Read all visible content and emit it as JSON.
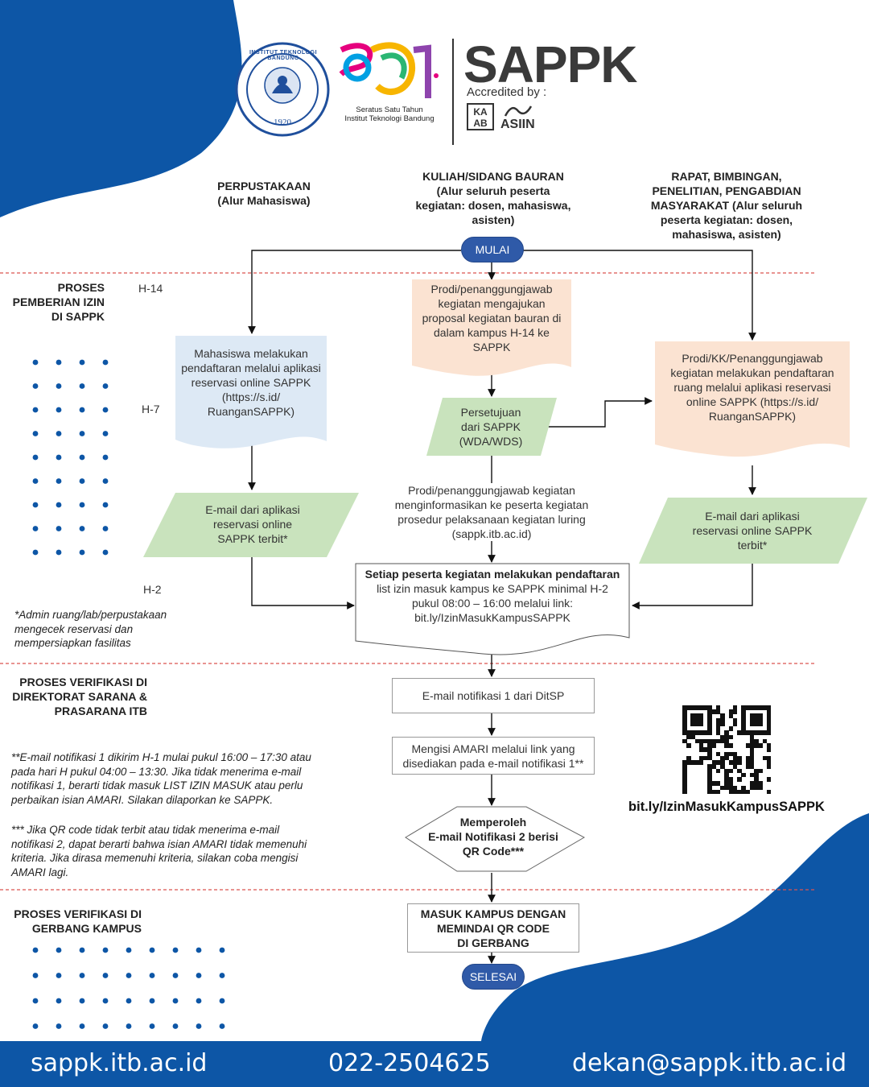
{
  "header": {
    "logo_itb_text": "INSTITUT TEKNOLOGI BANDUNG",
    "logo_itb_year": "1920",
    "logo_101_line1": "Seratus Satu Tahun",
    "logo_101_line2": "Institut Teknologi Bandung",
    "brand": "SAPPK",
    "accredited": "Accredited by :",
    "kaab": [
      "KA",
      "AB"
    ],
    "asiin": "ASIIN"
  },
  "columns": {
    "left": [
      "PERPUSTAKAAN",
      "(Alur Mahasiswa)"
    ],
    "middle": [
      "KULIAH/SIDANG BAURAN",
      "(Alur seluruh peserta",
      "kegiatan: dosen, mahasiswa,",
      "asisten)"
    ],
    "right": [
      "RAPAT, BIMBINGAN,",
      "PENELITIAN, PENGABDIAN",
      "MASYARAKAT (Alur seluruh",
      "peserta kegiatan: dosen,",
      "mahasiswa, asisten)"
    ]
  },
  "sections": {
    "s1": [
      "PROSES",
      "PEMBERIAN IZIN",
      "DI SAPPK"
    ],
    "s2": [
      "PROSES VERIFIKASI  DI",
      "DIREKTORAT SARANA &",
      "PRASARANA ITB"
    ],
    "s3": [
      "PROSES VERIFIKASI  DI",
      "GERBANG KAMPUS"
    ]
  },
  "days": {
    "h14": "H-14",
    "h7": "H-7",
    "h2": "H-2"
  },
  "nodes": {
    "start": "MULAI",
    "end": "SELESAI",
    "left_doc": [
      "Mahasiswa melakukan",
      "pendaftaran melalui aplikasi",
      "reservasi online SAPPK",
      "(https://s.id/",
      "RuanganSAPPK)"
    ],
    "left_email": [
      "E-mail dari aplikasi",
      "reservasi online",
      "SAPPK terbit*"
    ],
    "mid_doc": [
      "Prodi/penanggungjawab",
      "kegiatan mengajukan",
      "proposal kegiatan bauran di",
      "dalam kampus H-14 ke",
      "SAPPK"
    ],
    "mid_approval": [
      "Persetujuan",
      "dari SAPPK",
      "(WDA/WDS)"
    ],
    "mid_inform": [
      "Prodi/penanggungjawab kegiatan",
      "menginformasikan ke peserta kegiatan",
      "prosedur pelaksanaan kegiatan luring",
      "(sappk.itb.ac.id)"
    ],
    "right_doc": [
      "Prodi/KK/Penanggungjawab",
      "kegiatan melakukan pendaftaran",
      "ruang melalui aplikasi reservasi",
      "online SAPPK (https://s.id/",
      "RuanganSAPPK)"
    ],
    "right_email": [
      "E-mail dari aplikasi",
      "reservasi online SAPPK",
      "terbit*"
    ],
    "register_title": "Setiap peserta kegiatan melakukan pendaftaran",
    "register_body": [
      "list izin masuk kampus ke SAPPK minimal H-2",
      "pukul 08:00 – 16:00 melalui link:",
      "bit.ly/IzinMasukKampusSAPPK"
    ],
    "notif1": "E-mail notifikasi 1 dari DitSP",
    "amari": [
      "Mengisi AMARI melalui link yang",
      "disediakan pada e-mail notifikasi 1**"
    ],
    "notif2": [
      "Memperoleh",
      "E-mail Notifikasi 2 berisi",
      "QR Code***"
    ],
    "gate": [
      "MASUK KAMPUS DENGAN",
      "MEMINDAI QR CODE",
      "DI GERBANG"
    ]
  },
  "notes": {
    "admin": [
      "*Admin ruang/lab/perpustakaan",
      "mengecek reservasi dan",
      "mempersiapkan fasilitas"
    ],
    "n2": [
      "**E-mail notifikasi 1 dikirim H-1 mulai pukul 16:00 – 17:30 atau",
      "pada hari H pukul 04:00 – 13:30. Jika tidak menerima e-mail",
      "notifikasi 1, berarti tidak masuk LIST IZIN MASUK atau perlu",
      "perbaikan isian AMARI. Silakan dilaporkan ke SAPPK."
    ],
    "n3": [
      "*** Jika QR code tidak terbit atau tidak menerima e-mail",
      "notifikasi 2, dapat berarti bahwa isian AMARI tidak memenuhi",
      "kriteria. Jika dirasa memenuhi kriteria, silakan coba mengisi",
      "AMARI lagi."
    ]
  },
  "qr": {
    "link": "bit.ly/IzinMasukKampusSAPPK"
  },
  "footer": {
    "website": "sappk.itb.ac.id",
    "phone": "022-2504625",
    "email": "dekan@sappk.itb.ac.id"
  },
  "colors": {
    "blue": "#0d56a6",
    "doc_blue": "#dde9f5",
    "doc_orange": "#fbe3d2",
    "green": "#c9e3bd",
    "pill": "#2f5aa8",
    "dashed": "#d9534f"
  }
}
